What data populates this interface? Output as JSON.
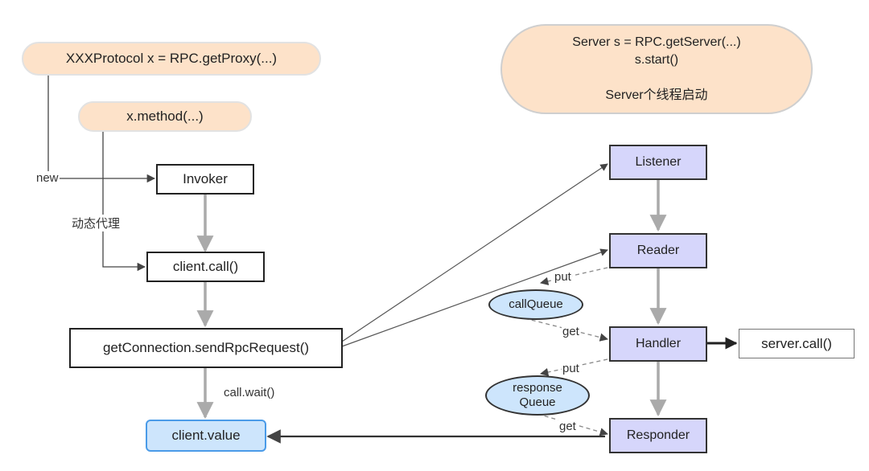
{
  "client": {
    "proxy_call": "XXXProtocol x = RPC.getProxy(...)",
    "method_call": "x.method(...)",
    "invoker": "Invoker",
    "client_call": "client.call()",
    "send_request": "getConnection.sendRpcRequest()",
    "client_value": "client.value"
  },
  "server": {
    "line1": "Server s = RPC.getServer(...)",
    "line2": "s.start()",
    "line3": "Server个线程启动",
    "listener": "Listener",
    "reader": "Reader",
    "handler": "Handler",
    "responder": "Responder",
    "server_call": "server.call()",
    "call_queue": "callQueue",
    "response_queue_line1": "response",
    "response_queue_line2": "Queue"
  },
  "edge_labels": {
    "new": "new",
    "dynamic_proxy": "动态代理",
    "call_wait": "call.wait()",
    "put_call": "put",
    "get_call": "get",
    "put_response": "put",
    "get_response": "get"
  },
  "colors": {
    "pill_fill": "#fde2c9",
    "component_fill": "#d6d6fb",
    "queue_fill": "#cde5fc",
    "value_border": "#4a9be8",
    "gray_arrow": "#aaaaaa"
  }
}
